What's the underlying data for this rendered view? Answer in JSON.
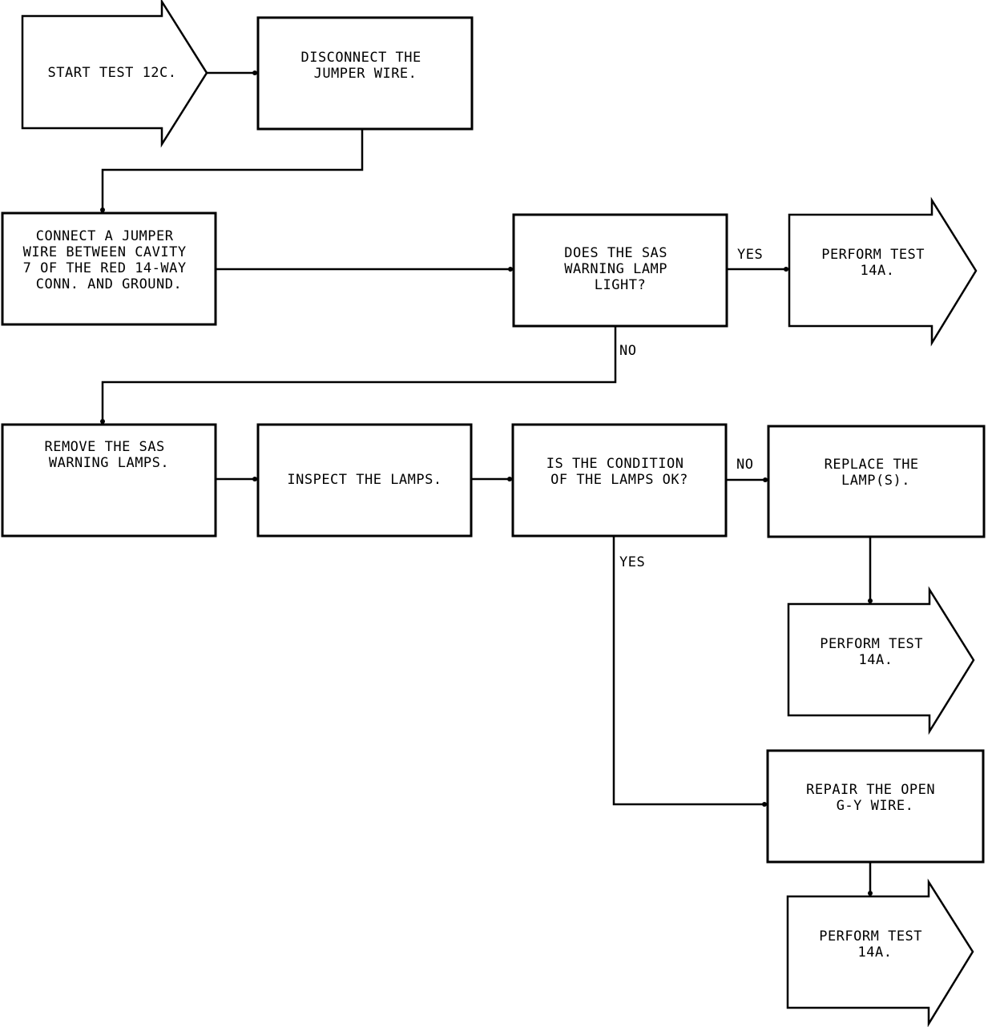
{
  "nodes": {
    "start": [
      "START TEST 12C."
    ],
    "disconnect": [
      "DISCONNECT THE",
      "JUMPER WIRE."
    ],
    "connect": [
      "CONNECT A JUMPER",
      "WIRE BETWEEN CAVITY",
      "7 OF THE RED 14-WAY",
      "CONN. AND GROUND."
    ],
    "does_light": [
      "DOES THE SAS",
      "WARNING LAMP",
      "LIGHT?"
    ],
    "perform1": [
      "PERFORM TEST",
      "14A."
    ],
    "remove": [
      "REMOVE THE SAS",
      "WARNING LAMPS."
    ],
    "inspect": [
      "INSPECT THE LAMPS."
    ],
    "condition": [
      "IS THE CONDITION",
      "OF THE LAMPS OK?"
    ],
    "replace": [
      "REPLACE THE",
      "LAMP(S)."
    ],
    "perform2": [
      "PERFORM TEST",
      "14A."
    ],
    "repair": [
      "REPAIR THE OPEN",
      "G-Y WIRE."
    ],
    "perform3": [
      "PERFORM TEST",
      "14A."
    ]
  },
  "edge_labels": {
    "yes1": "YES",
    "no1": "NO",
    "no2": "NO",
    "yes2": "YES"
  }
}
